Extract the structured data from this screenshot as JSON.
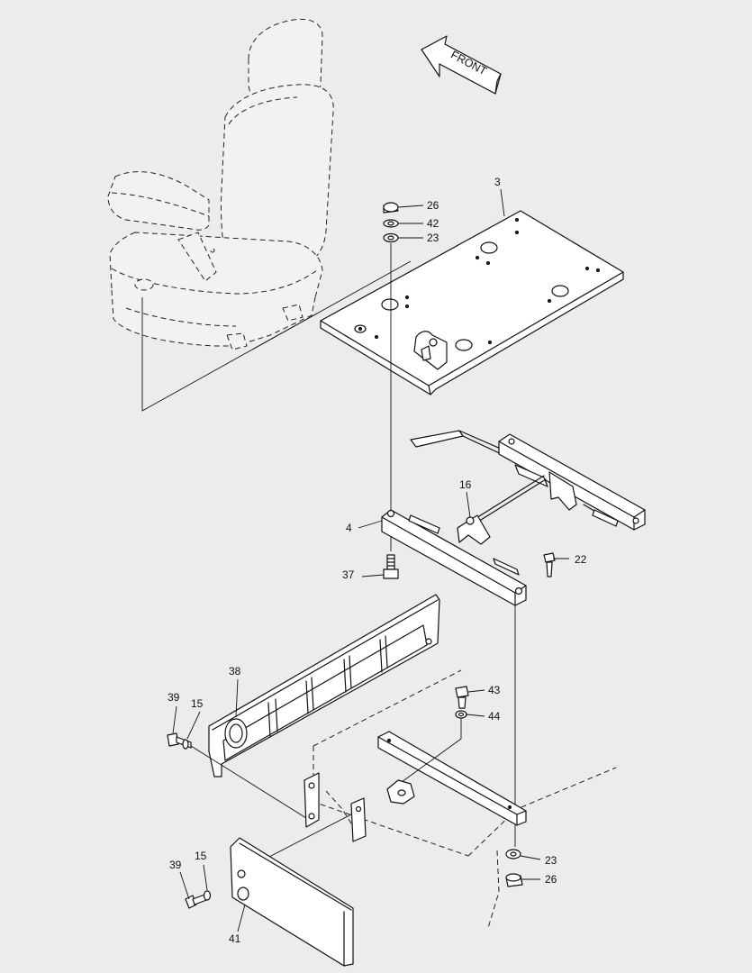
{
  "front_arrow": {
    "label": "FRONT"
  },
  "callouts": [
    {
      "id": "c26a",
      "text": "26"
    },
    {
      "id": "c42",
      "text": "42"
    },
    {
      "id": "c23a",
      "text": "23"
    },
    {
      "id": "c3",
      "text": "3"
    },
    {
      "id": "c16",
      "text": "16"
    },
    {
      "id": "c4",
      "text": "4"
    },
    {
      "id": "c37",
      "text": "37"
    },
    {
      "id": "c22",
      "text": "22"
    },
    {
      "id": "c38",
      "text": "38"
    },
    {
      "id": "c39a",
      "text": "39"
    },
    {
      "id": "c15a",
      "text": "15"
    },
    {
      "id": "c43",
      "text": "43"
    },
    {
      "id": "c44",
      "text": "44"
    },
    {
      "id": "c23b",
      "text": "23"
    },
    {
      "id": "c26b",
      "text": "26"
    },
    {
      "id": "c39b",
      "text": "39"
    },
    {
      "id": "c15b",
      "text": "15"
    },
    {
      "id": "c41",
      "text": "41"
    }
  ]
}
